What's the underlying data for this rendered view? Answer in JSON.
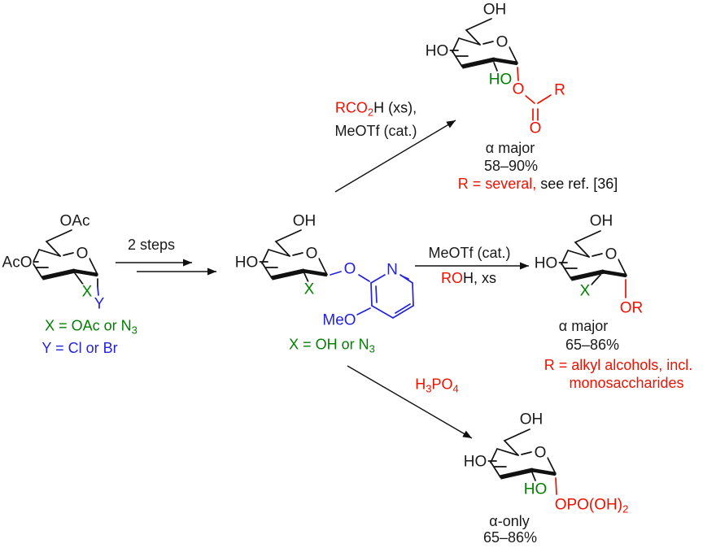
{
  "colors": {
    "red": "#ee1100",
    "green": "#008000",
    "blue": "#2323dd",
    "black": "#111111"
  },
  "start_material": {
    "atoms": {
      "top": "OAc",
      "left": "AcO",
      "ring": "O",
      "c2": "X",
      "anomeric": "Y"
    },
    "legend_x": [
      {
        "t": "X = OAc or N",
        "c": "green"
      },
      {
        "t": "3",
        "c": "green",
        "sub": true
      }
    ],
    "legend_y": "Y = Cl or Br"
  },
  "step1": {
    "label": "2 steps"
  },
  "intermediate": {
    "atoms": {
      "top": "OH",
      "left": "HO",
      "ring": "O",
      "c2": "X",
      "o_link": "O",
      "n": "N",
      "meo": "MeO"
    },
    "legend_x": [
      {
        "t": "X = OH or N",
        "c": "green"
      },
      {
        "t": "3",
        "c": "green",
        "sub": true
      }
    ]
  },
  "acylation": {
    "reagents_line1": [
      {
        "t": "RCO",
        "c": "red"
      },
      {
        "t": "2",
        "c": "red",
        "sub": true
      },
      {
        "t": "H (xs),",
        "c": "black"
      }
    ],
    "reagents_line2": "MeOTf (cat.)",
    "product_atoms": {
      "top": "OH",
      "left": "HO",
      "ring": "O",
      "c2": "HO",
      "ester_o": "O",
      "carbonyl_o": "O",
      "r": "R"
    },
    "caption_line1": "α major",
    "caption_line2": "58–90%",
    "caption_line3": [
      {
        "t": "R = several,",
        "c": "red"
      },
      {
        "t": " see ref. [36]",
        "c": "black"
      }
    ]
  },
  "glycosylation": {
    "reagents_line1": "MeOTf (cat.)",
    "reagents_line2": [
      {
        "t": "RO",
        "c": "red"
      },
      {
        "t": "H, xs",
        "c": "black"
      }
    ],
    "product_atoms": {
      "top": "OH",
      "left": "HO",
      "ring": "O",
      "c2": "X",
      "anomeric": "OR"
    },
    "caption_line1": "α major",
    "caption_line2": "65–86%",
    "caption_line3": "R = alkyl alcohols, incl.",
    "caption_line4": "monosaccharides"
  },
  "phosphorylation": {
    "reagent": [
      {
        "t": "H",
        "c": "red"
      },
      {
        "t": "3",
        "c": "red",
        "sub": true
      },
      {
        "t": "PO",
        "c": "red"
      },
      {
        "t": "4",
        "c": "red",
        "sub": true
      }
    ],
    "product_atoms": {
      "top": "OH",
      "left": "HO",
      "ring": "O",
      "c2": "HO"
    },
    "anomeric_group": [
      {
        "t": "OPO(OH)",
        "c": "red"
      },
      {
        "t": "2",
        "c": "red",
        "sub": true
      }
    ],
    "caption_line1": "α-only",
    "caption_line2": "65–86%"
  }
}
